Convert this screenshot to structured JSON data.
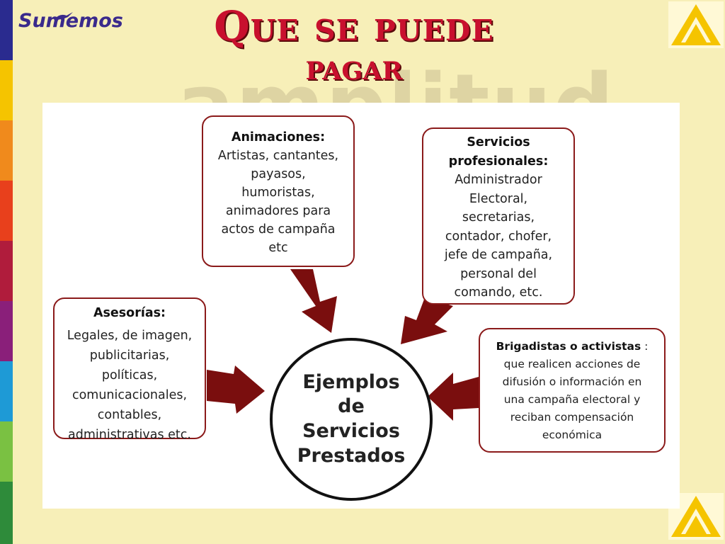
{
  "brand": {
    "logo_text": "Sumemos"
  },
  "background": {
    "watermark": "amplitud"
  },
  "title": {
    "line1": "Que se puede",
    "line2": "pagar"
  },
  "diagram": {
    "center": {
      "lines": [
        "Ejemplos",
        "de",
        "Servicios",
        "Prestados"
      ]
    },
    "animaciones": {
      "heading": "Animaciones:",
      "lines": [
        "Artistas, cantantes,",
        "payasos,",
        "humoristas,",
        "animadores para",
        "actos de campaña",
        "etc"
      ]
    },
    "servicios": {
      "heading_lines": [
        "Servicios",
        "profesionales:"
      ],
      "lines": [
        "Administrador",
        "Electoral,",
        "secretarias,",
        "contador, chofer,",
        "jefe de campaña,",
        "personal del",
        "comando, etc."
      ]
    },
    "asesorias": {
      "heading": "Asesorías:",
      "lines": [
        "Legales, de imagen,",
        "publicitarias,",
        "políticas,",
        "comunicacionales,",
        "contables,",
        "administrativas etc."
      ]
    },
    "brigadistas": {
      "heading": "Brigadistas o activistas",
      "heading_suffix": " :",
      "lines": [
        "que realicen acciones de",
        "difusión o información en",
        "una campaña electoral y",
        "reciban compensación",
        "económica"
      ]
    }
  },
  "colors": {
    "title_red": "#c8102e",
    "border_dark_red": "#8b1a1a",
    "arrow_dark_red": "#7a0e0e",
    "background_cream": "#f7efb8",
    "stripes": [
      "#2a2b8f",
      "#f5c400",
      "#f08a1c",
      "#e8401c",
      "#b01c3c",
      "#8a1f7a",
      "#1e9ad6",
      "#7ac142",
      "#2e8b3a"
    ]
  }
}
